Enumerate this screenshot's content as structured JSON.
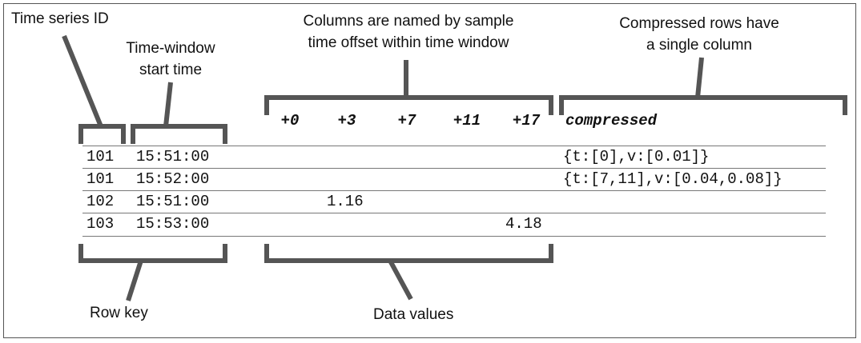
{
  "annotations": {
    "time_series_id": "Time series ID",
    "window_start": [
      "Time-window",
      "start time"
    ],
    "columns_named": [
      "Columns are named by sample",
      "time offset within time window"
    ],
    "compressed_rows": [
      "Compressed rows have",
      "a single column"
    ],
    "row_key": "Row key",
    "data_values": "Data values"
  },
  "table": {
    "columns": [
      "+0",
      "+3",
      "+7",
      "+11",
      "+17"
    ],
    "compressed_header": "compressed",
    "rows": [
      {
        "id": "101",
        "time": "15:51:00",
        "cells": [
          "",
          "",
          "",
          "",
          ""
        ],
        "compressed": "{t:[0],v:[0.01]}"
      },
      {
        "id": "101",
        "time": "15:52:00",
        "cells": [
          "",
          "",
          "",
          "",
          ""
        ],
        "compressed": "{t:[7,11],v:[0.04,0.08]}"
      },
      {
        "id": "102",
        "time": "15:51:00",
        "cells": [
          "",
          "1.16",
          "",
          "",
          ""
        ],
        "compressed": ""
      },
      {
        "id": "103",
        "time": "15:53:00",
        "cells": [
          "",
          "",
          "",
          "",
          "4.18"
        ],
        "compressed": ""
      }
    ]
  },
  "colors": {
    "bracket": "#555555",
    "text": "#111111",
    "rule": "#777777"
  }
}
